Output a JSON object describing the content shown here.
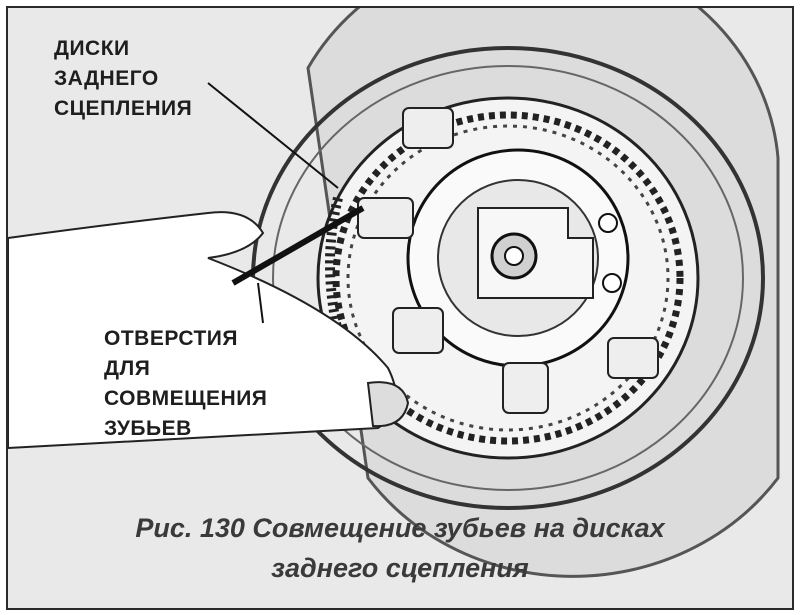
{
  "labels": {
    "rear_clutch_discs": "ДИСКИ\nЗАДНЕГО\nСЦЕПЛЕНИЯ",
    "alignment_holes": "ОТВЕРСТИЯ\nДЛЯ\nСОВМЕЩЕНИЯ\nЗУБЬЕВ"
  },
  "caption": {
    "line1": "Рис. 130 Совмещение зубьев на дисках",
    "line2": "заднего сцепления"
  }
}
